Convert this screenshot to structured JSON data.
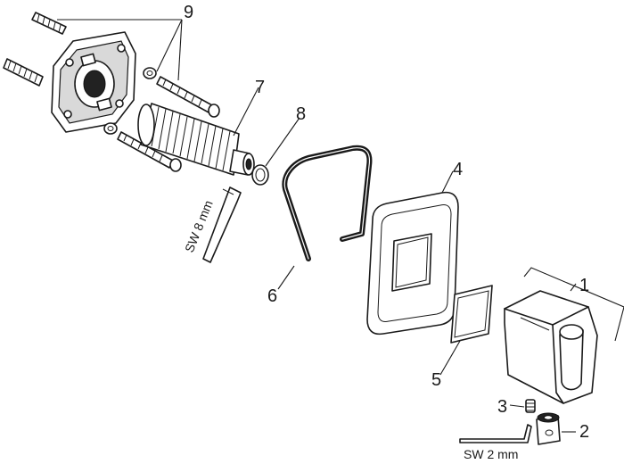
{
  "callouts": {
    "c1": "1",
    "c2": "2",
    "c3": "3",
    "c4": "4",
    "c5": "5",
    "c6": "6",
    "c7": "7",
    "c8": "8",
    "c9": "9"
  },
  "tool_labels": {
    "hex_key_large": "SW 8 mm",
    "hex_key_small": "SW 2 mm"
  }
}
